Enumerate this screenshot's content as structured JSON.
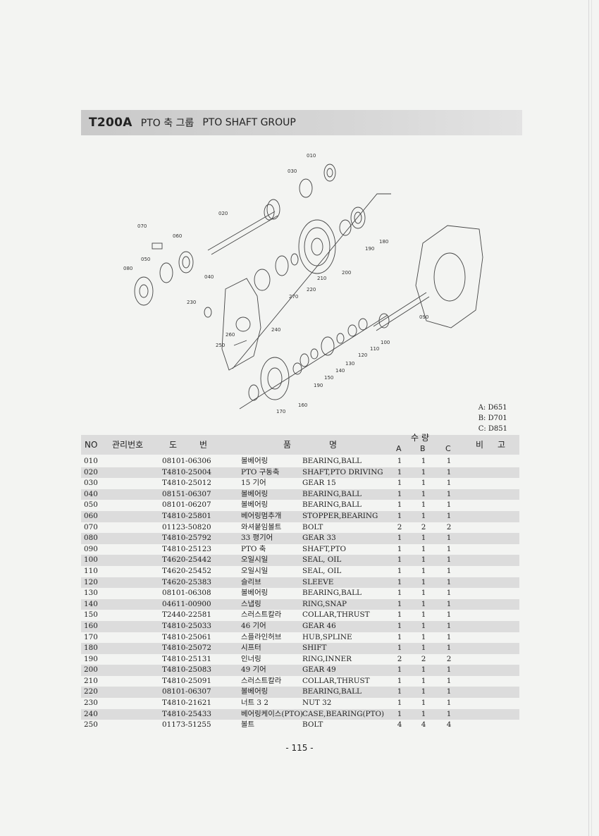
{
  "header": {
    "code": "T200A",
    "title_ko": "PTO 축 그룹",
    "title_en": "PTO SHAFT GROUP"
  },
  "diagram": {
    "callouts": [
      "010",
      "030",
      "020",
      "070",
      "060",
      "050",
      "080",
      "040",
      "180",
      "190",
      "200",
      "210",
      "220",
      "270",
      "230",
      "240",
      "260",
      "250",
      "090",
      "100",
      "110",
      "120",
      "130",
      "140",
      "150",
      "190",
      "160",
      "170"
    ]
  },
  "models": {
    "a": "A: D651",
    "b": "B: D701",
    "c": "C: D851"
  },
  "table": {
    "headers": {
      "no": "NO",
      "mgmt": "관리번호",
      "do": "도",
      "beon": "번",
      "pum": "품",
      "myeong": "명",
      "qty": "수 량",
      "a": "A",
      "b": "B",
      "c": "C",
      "bi": "비",
      "go": "고"
    },
    "rows": [
      {
        "no": "010",
        "pn": "08101-06306",
        "ko": "볼베어링",
        "en": "BEARING,BALL",
        "a": "1",
        "b": "1",
        "c": "1"
      },
      {
        "no": "020",
        "pn": "T4810-25004",
        "ko": "PTO 구동축",
        "en": "SHAFT,PTO DRIVING",
        "a": "1",
        "b": "1",
        "c": "1"
      },
      {
        "no": "030",
        "pn": "T4810-25012",
        "ko": "15 기어",
        "en": "GEAR 15",
        "a": "1",
        "b": "1",
        "c": "1"
      },
      {
        "no": "040",
        "pn": "08151-06307",
        "ko": "볼베어링",
        "en": "BEARING,BALL",
        "a": "1",
        "b": "1",
        "c": "1"
      },
      {
        "no": "050",
        "pn": "08101-06207",
        "ko": "볼베어링",
        "en": "BEARING,BALL",
        "a": "1",
        "b": "1",
        "c": "1"
      },
      {
        "no": "060",
        "pn": "T4810-25801",
        "ko": "베어링멈추개",
        "en": "STOPPER,BEARING",
        "a": "1",
        "b": "1",
        "c": "1"
      },
      {
        "no": "070",
        "pn": "01123-50820",
        "ko": "와셔붙임볼트",
        "en": "BOLT",
        "a": "2",
        "b": "2",
        "c": "2"
      },
      {
        "no": "080",
        "pn": "T4810-25792",
        "ko": "33 평기어",
        "en": "GEAR 33",
        "a": "1",
        "b": "1",
        "c": "1"
      },
      {
        "no": "090",
        "pn": "T4810-25123",
        "ko": "PTO 축",
        "en": "SHAFT,PTO",
        "a": "1",
        "b": "1",
        "c": "1"
      },
      {
        "no": "100",
        "pn": "T4620-25442",
        "ko": "오일시일",
        "en": "SEAL, OIL",
        "a": "1",
        "b": "1",
        "c": "1"
      },
      {
        "no": "110",
        "pn": "T4620-25452",
        "ko": "오일시일",
        "en": "SEAL, OIL",
        "a": "1",
        "b": "1",
        "c": "1"
      },
      {
        "no": "120",
        "pn": "T4620-25383",
        "ko": "슬리브",
        "en": "SLEEVE",
        "a": "1",
        "b": "1",
        "c": "1"
      },
      {
        "no": "130",
        "pn": "08101-06308",
        "ko": "볼베어링",
        "en": "BEARING,BALL",
        "a": "1",
        "b": "1",
        "c": "1"
      },
      {
        "no": "140",
        "pn": "04611-00900",
        "ko": "스냅링",
        "en": "RING,SNAP",
        "a": "1",
        "b": "1",
        "c": "1"
      },
      {
        "no": "150",
        "pn": "T2440-22581",
        "ko": "스러스트칼라",
        "en": "COLLAR,THRUST",
        "a": "1",
        "b": "1",
        "c": "1"
      },
      {
        "no": "160",
        "pn": "T4810-25033",
        "ko": "46 기어",
        "en": "GEAR 46",
        "a": "1",
        "b": "1",
        "c": "1"
      },
      {
        "no": "170",
        "pn": "T4810-25061",
        "ko": "스플라인허브",
        "en": "HUB,SPLINE",
        "a": "1",
        "b": "1",
        "c": "1"
      },
      {
        "no": "180",
        "pn": "T4810-25072",
        "ko": "시프터",
        "en": "SHIFT",
        "a": "1",
        "b": "1",
        "c": "1"
      },
      {
        "no": "190",
        "pn": "T4810-25131",
        "ko": "인너링",
        "en": "RING,INNER",
        "a": "2",
        "b": "2",
        "c": "2"
      },
      {
        "no": "200",
        "pn": "T4810-25083",
        "ko": "49 기어",
        "en": "GEAR 49",
        "a": "1",
        "b": "1",
        "c": "1"
      },
      {
        "no": "210",
        "pn": "T4810-25091",
        "ko": "스러스트칼라",
        "en": "COLLAR,THRUST",
        "a": "1",
        "b": "1",
        "c": "1"
      },
      {
        "no": "220",
        "pn": "08101-06307",
        "ko": "볼베어링",
        "en": "BEARING,BALL",
        "a": "1",
        "b": "1",
        "c": "1"
      },
      {
        "no": "230",
        "pn": "T4810-21621",
        "ko": "너트 3 2",
        "en": "NUT 32",
        "a": "1",
        "b": "1",
        "c": "1"
      },
      {
        "no": "240",
        "pn": "T4810-25433",
        "ko": "베어링케이스(PTO)",
        "en": "CASE,BEARING(PTO)",
        "a": "1",
        "b": "1",
        "c": "1"
      },
      {
        "no": "250",
        "pn": "01173-51255",
        "ko": "볼트",
        "en": "BOLT",
        "a": "4",
        "b": "4",
        "c": "4"
      }
    ]
  },
  "footer": {
    "page": "- 115 -"
  }
}
